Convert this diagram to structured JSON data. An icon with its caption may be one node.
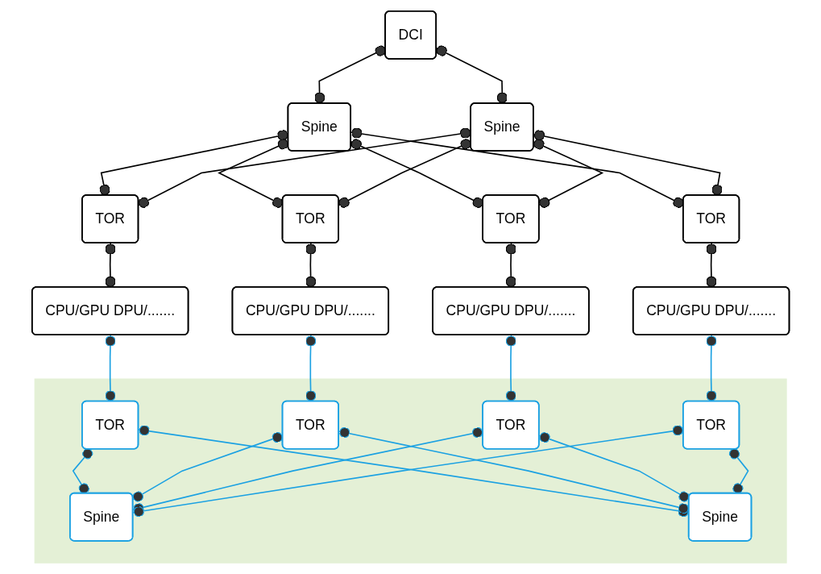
{
  "diagram": {
    "nodes": [
      {
        "text": [
          "DCI"
        ]
      },
      {
        "text": [
          "Spine"
        ]
      },
      {
        "text": [
          "Spine"
        ]
      },
      {
        "text": [
          "TOR"
        ]
      },
      {
        "text": [
          "TOR"
        ]
      },
      {
        "text": [
          "TOR"
        ]
      },
      {
        "text": [
          "TOR"
        ]
      },
      {
        "text": [
          "CPU/GPU DPU/......."
        ]
      },
      {
        "text": [
          "CPU/GPU DPU/......."
        ]
      },
      {
        "text": [
          "CPU/GPU DPU/......."
        ]
      },
      {
        "text": [
          "CPU/GPU DPU/......."
        ]
      },
      {
        "text": [],
        "shape": "band"
      },
      {
        "text": [
          "TOR"
        ],
        "in": 11
      },
      {
        "text": [
          "TOR"
        ],
        "in": 11
      },
      {
        "text": [
          "TOR"
        ],
        "in": 11
      },
      {
        "text": [
          "TOR"
        ],
        "in": 11
      },
      {
        "text": [
          "Spine"
        ],
        "in": 11
      },
      {
        "text": [
          "Spine"
        ],
        "in": 11
      }
    ],
    "edges": [
      {
        "from": 0,
        "to": 1,
        "arrow": "other"
      },
      {
        "from": 0,
        "to": 2,
        "arrow": "other"
      },
      {
        "from": 1,
        "to": 3,
        "arrow": "other"
      },
      {
        "from": 1,
        "to": 4,
        "arrow": "other"
      },
      {
        "from": 1,
        "to": 5,
        "arrow": "other"
      },
      {
        "from": 1,
        "to": 6,
        "arrow": "other"
      },
      {
        "from": 2,
        "to": 3,
        "arrow": "other"
      },
      {
        "from": 2,
        "to": 4,
        "arrow": "other"
      },
      {
        "from": 2,
        "to": 5,
        "arrow": "other"
      },
      {
        "from": 2,
        "to": 6,
        "arrow": "other"
      },
      {
        "from": 3,
        "to": 7,
        "arrow": "other"
      },
      {
        "from": 4,
        "to": 8,
        "arrow": "other"
      },
      {
        "from": 5,
        "to": 9,
        "arrow": "other"
      },
      {
        "from": 6,
        "to": 10,
        "arrow": "other"
      },
      {
        "from": 7,
        "to": 12,
        "arrow": "other",
        "color": "#1ba1e2"
      },
      {
        "from": 8,
        "to": 13,
        "arrow": "other",
        "color": "#1ba1e2"
      },
      {
        "from": 9,
        "to": 14,
        "arrow": "other",
        "color": "#1ba1e2"
      },
      {
        "from": 10,
        "to": 15,
        "arrow": "other",
        "color": "#1ba1e2"
      },
      {
        "from": 12,
        "to": 16,
        "arrow": "other",
        "color": "#1ba1e2"
      },
      {
        "from": 12,
        "to": 17,
        "arrow": "other",
        "color": "#1ba1e2"
      },
      {
        "from": 13,
        "to": 16,
        "arrow": "other",
        "color": "#1ba1e2"
      },
      {
        "from": 13,
        "to": 17,
        "arrow": "other",
        "color": "#1ba1e2"
      },
      {
        "from": 14,
        "to": 16,
        "arrow": "other",
        "color": "#1ba1e2"
      },
      {
        "from": 14,
        "to": 17,
        "arrow": "other",
        "color": "#1ba1e2"
      },
      {
        "from": 15,
        "to": 16,
        "arrow": "other",
        "color": "#1ba1e2"
      },
      {
        "from": 15,
        "to": 17,
        "arrow": "other",
        "color": "#1ba1e2"
      }
    ]
  }
}
